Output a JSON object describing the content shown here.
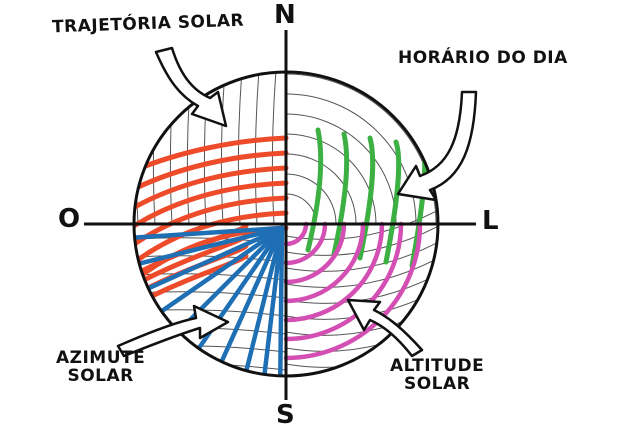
{
  "compass": {
    "north": "N",
    "south": "S",
    "east": "L",
    "west": "O"
  },
  "labels": {
    "trajetoria": "TRAJETÓRIA SOLAR",
    "horario": "HORÁRIO DO DIA",
    "azimute_line1": "AZIMUTE",
    "azimute_line2": "SOLAR",
    "altitude_line1": "ALTITUDE",
    "altitude_line2": "SOLAR"
  },
  "colors": {
    "ink": "#111111",
    "trajetoria": "#ee4b2b",
    "horario": "#3cb043",
    "azimute": "#1f6fb5",
    "altitude": "#d44fb3"
  }
}
